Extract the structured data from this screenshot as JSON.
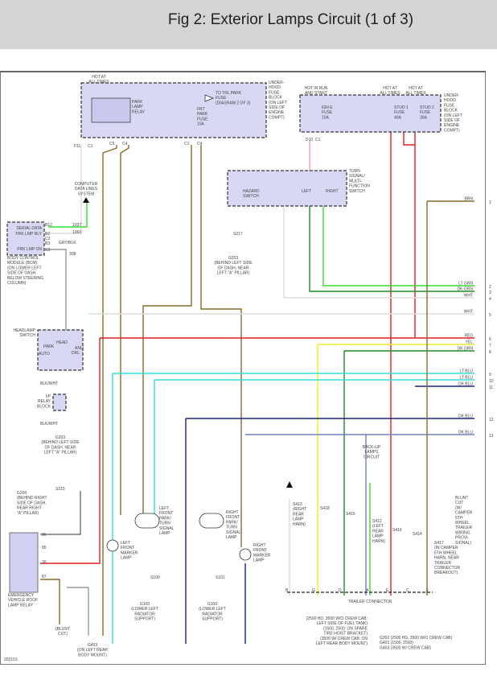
{
  "header": {
    "title": "Fig 2: Exterior Lamps Circuit (1 of 3)"
  },
  "figure_id": "202153",
  "components": {
    "underhood_fuse_block_left": {
      "label": [
        "UNDER-",
        "HOOD",
        "FUSE",
        "BLOCK",
        "(ON LEFT",
        "SIDE OF",
        "ENGINE",
        "COMPT)"
      ],
      "hot": [
        "HOT AT",
        "ALL TIMES"
      ]
    },
    "park_lamp_relay": {
      "label": [
        "PARK",
        "LAMP",
        "RELAY"
      ]
    },
    "trl_park_fuse": {
      "label": [
        "TO TRL PARK",
        "FUSE",
        "(DIAGRAM 2 OF 3)"
      ]
    },
    "frt_park_fuse": {
      "label": [
        "FRT",
        "PARK",
        "FUSE",
        "10A"
      ]
    },
    "underhood_fuse_block_right": {
      "label": [
        "UNDER-",
        "HOOD",
        "FUSE",
        "BLOCK",
        "(ON LEFT",
        "SIDE OF",
        "ENGINE",
        "COMPT)"
      ]
    },
    "ign_e_fuse": {
      "hot": [
        "HOT IN RUN",
        "AND START"
      ],
      "label": [
        "IGN E",
        "FUSE",
        "10A"
      ]
    },
    "stud1_fuse": {
      "hot": [
        "HOT AT",
        "ALL TIMES"
      ],
      "label": [
        "STUD 1",
        "FUSE",
        "40A"
      ]
    },
    "stud2_fuse": {
      "hot": [
        "HOT AT",
        "ALL TIMES"
      ],
      "label": [
        "STUD 2",
        "FUSE",
        "30A"
      ]
    },
    "turn_signal_switch": {
      "label": [
        "TURN",
        "SIGNAL/",
        "MULTI-",
        "FUNCTION",
        "SWITCH"
      ],
      "hazard": [
        "HAZARD",
        "SWITCH"
      ],
      "left": "LEFT",
      "right": "RIGHT"
    },
    "computer_data_lines": {
      "label": [
        "COMPUTER",
        "DATA LINES",
        "SYSTEM"
      ]
    },
    "bcm": {
      "pins": [
        "SERIAL DATA",
        "PRK LMP RLY",
        "PRK LMP ON"
      ],
      "label": [
        "BODY CONTROL",
        "MODULE (BCM)",
        "(ON LOWER LEFT",
        "SIDE OF DASH,",
        "BELOW STEERING",
        "COLUMN)"
      ]
    },
    "headlamp_switch": {
      "label": [
        "HEADLAMP",
        "SWITCH"
      ],
      "positions": [
        "HEAD",
        "PARK",
        "AUTO",
        "ANL/",
        "DRL"
      ]
    },
    "ip_relay_block": {
      "label": [
        "I/P",
        "RELAY",
        "BLOCK"
      ]
    },
    "g203": {
      "label": [
        "G203",
        "(BEHIND LEFT SIDE",
        "OF DASH, NEAR",
        "LEFT \"A\" PILLAR)"
      ]
    },
    "g200": {
      "label": [
        "G200",
        "(BEHIND RIGHT",
        "SIDE OF DASH,",
        "NEAR RIGHT",
        "\"A\" PILLAR)"
      ]
    },
    "emergency_relay": {
      "label": [
        "EMERGENCY",
        "VEHICLE ROOF",
        "LAMP RELAY"
      ]
    },
    "g403": {
      "label": [
        "G403",
        "(ON LEFT REAR",
        "BODY MOUNT)"
      ]
    },
    "blunt_cut": {
      "label": [
        "(BLUNT",
        "CUT)"
      ]
    },
    "left_front_marker": {
      "label": [
        "LEFT",
        "FRONT",
        "MARKER",
        "LAMP"
      ]
    },
    "left_front_park": {
      "label": [
        "LEFT",
        "FRONT",
        "PARK/",
        "TURN",
        "SIGNAL",
        "LAMP"
      ]
    },
    "right_front_park": {
      "label": [
        "RIGHT",
        "FRONT",
        "PARK/",
        "TURN",
        "SIGNAL",
        "LAMP"
      ]
    },
    "right_front_marker": {
      "label": [
        "RIGHT",
        "FRONT",
        "MARKER",
        "LAMP"
      ]
    },
    "g100": {
      "label": [
        "G100",
        "(LOWER LEFT",
        "RADIATOR",
        "SUPPORT)"
      ]
    },
    "backup_lamps": {
      "label": [
        "BACK-UP",
        "LAMPS",
        "CIRCUIT"
      ]
    },
    "s413": {
      "label": [
        "S413",
        "(RIGHT",
        "REAR",
        "LAMP",
        "HARN)"
      ]
    },
    "s412": {
      "label": [
        "S412",
        "(LEFT",
        "REAR",
        "LAMP",
        "HARN)"
      ]
    },
    "s417": {
      "label": [
        "S417",
        "(IN CAMPER",
        "5TH WHEEL",
        "HARN, NEAR",
        "TRAILER",
        "CONNECTOR",
        "BREAKOUT)"
      ]
    },
    "blunt_cut_camper": {
      "label": [
        "BLUNT",
        "CUT",
        "(W/",
        "CAMPER",
        "5TH",
        "WHEEL",
        "TRAILER",
        "WIRING",
        "PROVI-",
        "SIONAL)"
      ]
    },
    "trailer_connector": {
      "label": "TRAILER CONNECTOR",
      "pins": [
        "B",
        "G",
        "D",
        "A",
        "E",
        "C",
        "F"
      ],
      "wires": [
        "WHT",
        "YEL",
        "DK GRN",
        "LT GRN",
        "RED",
        "DK BLU",
        "BRN"
      ]
    },
    "ground_note": {
      "left": [
        "(2500 HD, 3500 W/O CREW CAB:",
        "LEFT SIDE OF FUEL TANK)",
        "(1500, 2500: ON SPARE",
        "TIRE HOIST BRACKET)",
        "(3500 W/ CREW CAB: ON",
        "LEFT REAR BODY MOUNT)"
      ],
      "right": [
        "G302  (2500 HD, 3500 W/O CREW CAB)",
        "G401  (1500, 2500)",
        "G403  (3500 W/ CREW CAB)"
      ]
    }
  },
  "right_edge_wires": [
    {
      "color": "BRN",
      "num": "1"
    },
    {
      "color": "LT GRN",
      "num": "2"
    },
    {
      "color": "DK GRN",
      "num": "3"
    },
    {
      "color": "WHT",
      "num": "4"
    },
    {
      "color": "WHT",
      "num": "5"
    },
    {
      "color": "RED",
      "num": "6"
    },
    {
      "color": "YEL",
      "num": "7"
    },
    {
      "color": "DK GRN",
      "num": "8"
    },
    {
      "color": "LT BLU",
      "num": "9"
    },
    {
      "color": "LT BLU",
      "num": "10"
    },
    {
      "color": "DK BLU",
      "num": "11"
    },
    {
      "color": "DK BLU",
      "num": "12"
    },
    {
      "color": "DK BLU",
      "num": "13"
    }
  ],
  "wire_colors": {
    "BRN": "#8b6a2a",
    "LT GRN": "#33dd33",
    "DK GRN": "#228b22",
    "WHT": "#dddddd",
    "RED": "#e02020",
    "YEL": "#f0ea2a",
    "LT BLU": "#33dddd",
    "DK BLU": "#1a237e",
    "PNK": "#f4a6b8",
    "BLK": "#333333",
    "GRY": "#999999",
    "DK BLU2": "#7080c0"
  },
  "labels": {
    "c1": "C1",
    "c5": "C5",
    "c4": "C4",
    "f11": "F11",
    "d10": "D10",
    "b12": "B12",
    "b2": "B2",
    "c2": "C2",
    "c3": "C3",
    "b3": "B3",
    "c1037": "1037",
    "c1060": "1060",
    "c308": "308",
    "s217": "S217",
    "s215": "S215",
    "s100": "S100",
    "s101": "S101",
    "s418": "S418",
    "s415": "S415",
    "s416": "S416",
    "s414": "S414",
    "pin85": "85",
    "pin86": "86",
    "pin30": "30",
    "pin87": "87",
    "gry_blk": "GRY/BLK",
    "blk_wht": "BLK/WHT"
  }
}
